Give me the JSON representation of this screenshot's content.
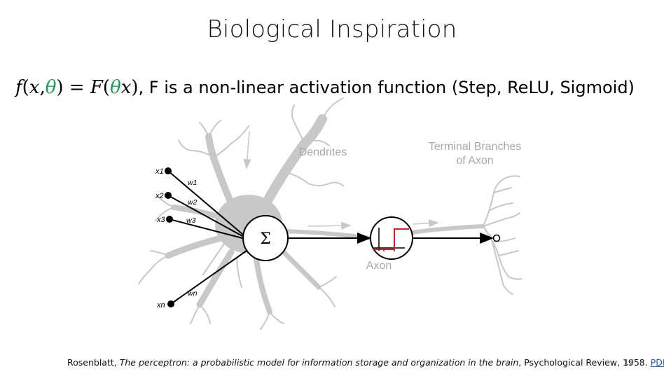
{
  "slide": {
    "title": "Biological Inspiration",
    "page_number": "15"
  },
  "formula": {
    "f": "f",
    "lparen": "(",
    "x": "x",
    "comma": ",",
    "theta": "θ",
    "rparen": ")",
    "eq": " = ",
    "F": "F",
    "lparen2": "(",
    "theta2": "θ",
    "x2": "x",
    "rparen2": ")",
    "text": ", F is a non-linear activation function (Step, ReLU, Sigmoid)"
  },
  "diagram": {
    "labels": {
      "dendrites": "Dendrites",
      "terminal_line1": "Terminal Branches",
      "terminal_line2": "of Axon",
      "axon": "Axon",
      "sum_symbol": "Σ"
    },
    "inputs": [
      {
        "input": "x1",
        "weight": "w1"
      },
      {
        "input": "x2",
        "weight": "w2"
      },
      {
        "input": "x3",
        "weight": "w3"
      },
      {
        "input": "xn",
        "weight": "wn"
      }
    ],
    "colors": {
      "neuron_gray": "#c8c8c8",
      "label_gray": "#a9a9a9",
      "step_red": "#e0201b"
    }
  },
  "citation": {
    "authors": "Rosenblatt, ",
    "paper_title": "The perceptron: a probabilistic model for information storage and organization in the brain",
    "venue": ", Psychological Review, 1958. ",
    "link_text": "PDF"
  }
}
